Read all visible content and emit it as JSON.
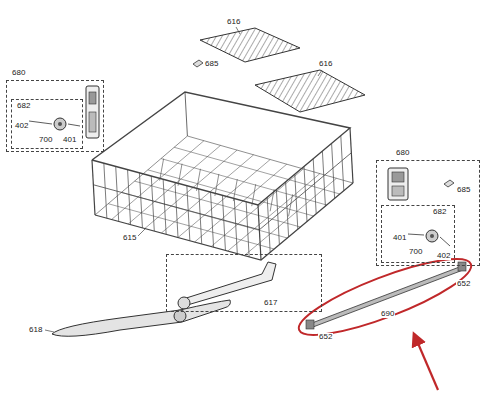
{
  "diagram": {
    "nodes": [
      {
        "text": [
          "680"
        ]
      },
      {
        "text": [
          "682",
          "402",
          "700",
          "401"
        ],
        "in": 0
      },
      {
        "text": [
          "680"
        ]
      },
      {
        "text": [
          "682",
          "401",
          "700",
          "402"
        ],
        "in": 2
      },
      {
        "text": [
          "617"
        ]
      }
    ],
    "labels": [
      "685",
      "616",
      "616",
      "685",
      "615",
      "618",
      "652",
      "690",
      "652"
    ]
  }
}
